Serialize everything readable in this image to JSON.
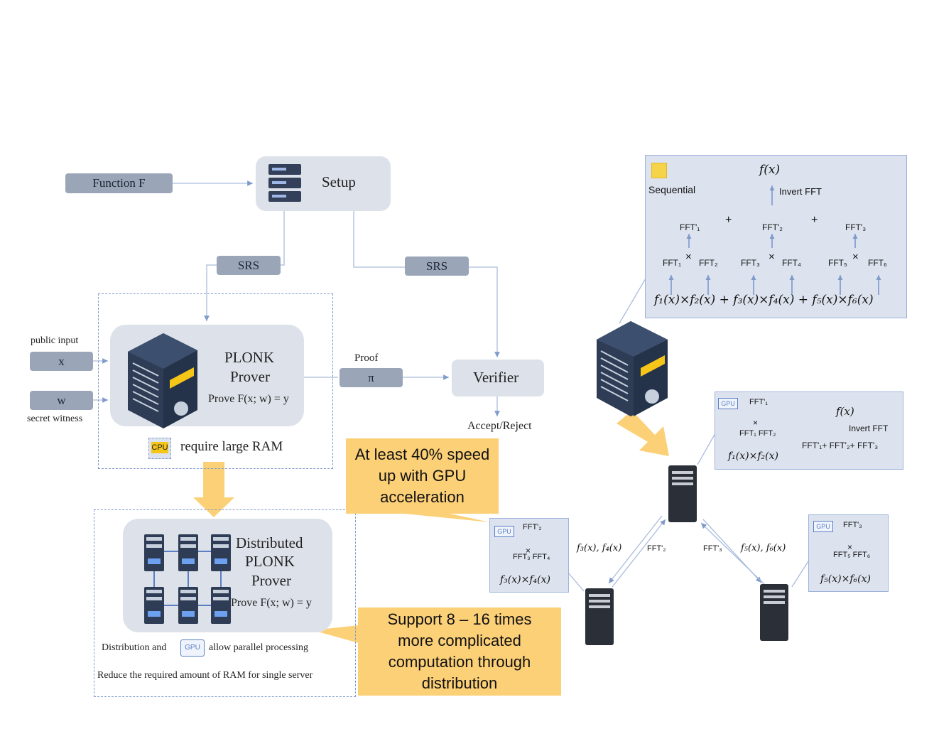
{
  "left": {
    "function_f": "Function F",
    "setup": "Setup",
    "srs_left": "SRS",
    "srs_right": "SRS",
    "public_input_label": "public input",
    "public_input_value": "x",
    "secret_witness_value": "w",
    "secret_witness_label": "secret witness",
    "prover_title_1": "PLONK",
    "prover_title_2": "Prover",
    "prover_statement": "Prove F(x; w) = y",
    "proof_label": "Proof",
    "proof_symbol": "π",
    "verifier": "Verifier",
    "accept_reject": "Accept/Reject",
    "cpu_label": "CPU",
    "require_ram": "require large RAM",
    "dist_title_1": "Distributed",
    "dist_title_2": "PLONK",
    "dist_title_3": "Prover",
    "dist_statement": "Prove F(x; w) = y",
    "dist_note_pre": "Distribution and",
    "dist_note_gpu": "GPU",
    "dist_note_post": "allow parallel processing",
    "reduce_ram": "Reduce the required amount of RAM for single server",
    "gpu_chip_label": "GPU"
  },
  "callouts": {
    "speedup": "At least 40% speed up with GPU acceleration",
    "support": "Support 8 – 16 times more complicated computation through distribution"
  },
  "sequential_panel": {
    "label": "Sequential",
    "f": "f(x)",
    "invert": "Invert FFT",
    "fftp1": "FFT'₁",
    "fftp2": "FFT'₂",
    "fftp3": "FFT'₃",
    "plus": "+",
    "times": "×",
    "fft1": "FFT₁",
    "fft2": "FFT₂",
    "fft3": "FFT₃",
    "fft4": "FFT₄",
    "fft5": "FFT₅",
    "fft6": "FFT₆",
    "formula": "f₁(x)×f₂(x) + f₃(x)×f₄(x) + f₅(x)×f₆(x)"
  },
  "top_node": {
    "gpu": "GPU",
    "fftp1": "FFT'₁",
    "times": "×",
    "fft12": "FFT₁ FFT₂",
    "formula": "f₁(x)×f₂(x)",
    "f": "f(x)",
    "invert": "Invert FFT",
    "sum": "FFT'₁+ FFT'₂+ FFT'₃"
  },
  "left_node": {
    "gpu": "GPU",
    "fftp": "FFT'₂",
    "times": "×",
    "fft34": "FFT₃ FFT₄",
    "formula": "f₃(x)×f₄(x)",
    "send": "f₃(x), f₄(x)",
    "ret": "FFT'₂"
  },
  "right_node": {
    "gpu": "GPU",
    "fftp": "FFT'₃",
    "times": "×",
    "fft56": "FFT₅ FFT₆",
    "formula": "f₅(x)×f₆(x)",
    "send": "f₅(x), f₆(x)",
    "ret": "FFT'₃"
  },
  "colors": {
    "pill": "#9aa6b7",
    "box": "#dde2ea",
    "arrow": "#7f9bc9",
    "callout": "#fcd077",
    "server_dark": "#2e3d55",
    "server_accent": "#f5c518"
  }
}
